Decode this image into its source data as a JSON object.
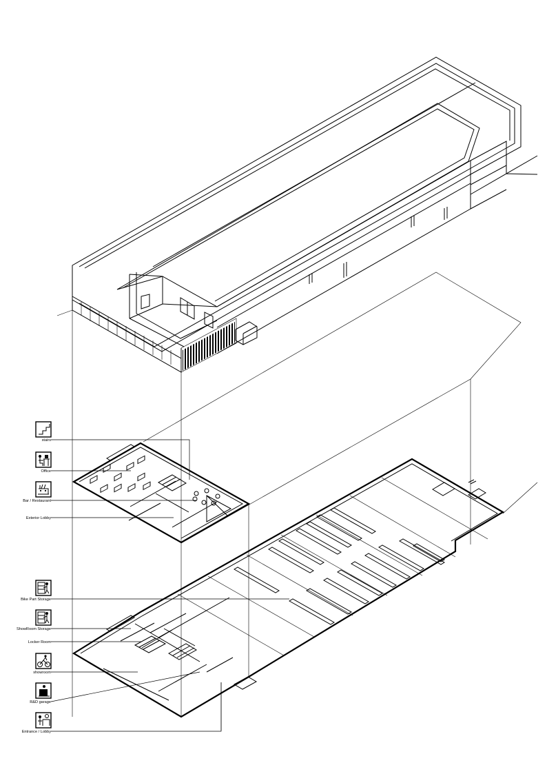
{
  "legend": [
    {
      "id": "stairs",
      "label": "stairs",
      "icon": "stairs-icon"
    },
    {
      "id": "office",
      "label": "Office",
      "icon": "office-desk-icon"
    },
    {
      "id": "bar",
      "label": "Bar / Restaurant",
      "icon": "bar-restaurant-icon"
    },
    {
      "id": "exterior-lobby",
      "label": "Exterior Lobby",
      "icon": ""
    },
    {
      "id": "bike-part-storage",
      "label": "Bike Part Storage",
      "icon": "storage-worker-icon"
    },
    {
      "id": "showroom-storage",
      "label": "ShowRoom Storage",
      "icon": "storage-worker-icon"
    },
    {
      "id": "locker-room",
      "label": "Locker Room",
      "icon": ""
    },
    {
      "id": "showroom",
      "label": "showroom",
      "icon": "cyclist-icon"
    },
    {
      "id": "rd-garage",
      "label": "R&D garage",
      "icon": "workshop-icon"
    },
    {
      "id": "entrance-lobby",
      "label": "Entrance / Lobby",
      "icon": "reception-icon"
    }
  ]
}
